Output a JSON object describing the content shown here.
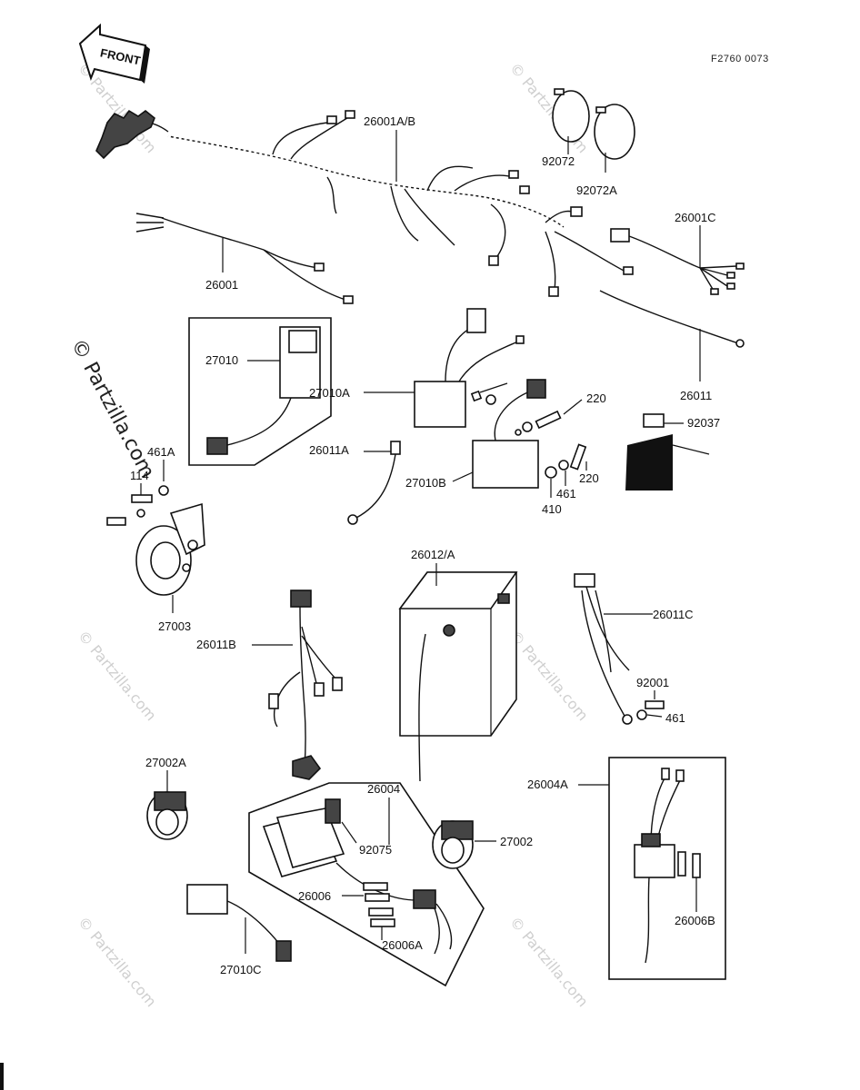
{
  "header": {
    "front_label": "FRONT",
    "figure_code": "F2760 0073"
  },
  "watermark": {
    "text": "© Partzilla.com"
  },
  "labels": {
    "p26001AB": "26001A/B",
    "p92072": "92072",
    "p92072A": "92072A",
    "p26001C": "26001C",
    "p26001": "26001",
    "p26011": "26011",
    "p27010": "27010",
    "p27010A": "27010A",
    "p220a": "220",
    "p92037": "92037",
    "p461A": "461A",
    "p114": "114",
    "p26011A": "26011A",
    "p27010B": "27010B",
    "p461b": "461",
    "p220b": "220",
    "p410": "410",
    "p27003": "27003",
    "p26012A": "26012/A",
    "p26011C": "26011C",
    "p26011B": "26011B",
    "p92001": "92001",
    "p461c": "461",
    "p27002A": "27002A",
    "p26004": "26004",
    "p26004A": "26004A",
    "p92075": "92075",
    "p27002": "27002",
    "p26006": "26006",
    "p26006A": "26006A",
    "p26006B": "26006B",
    "p27010C": "27010C"
  }
}
